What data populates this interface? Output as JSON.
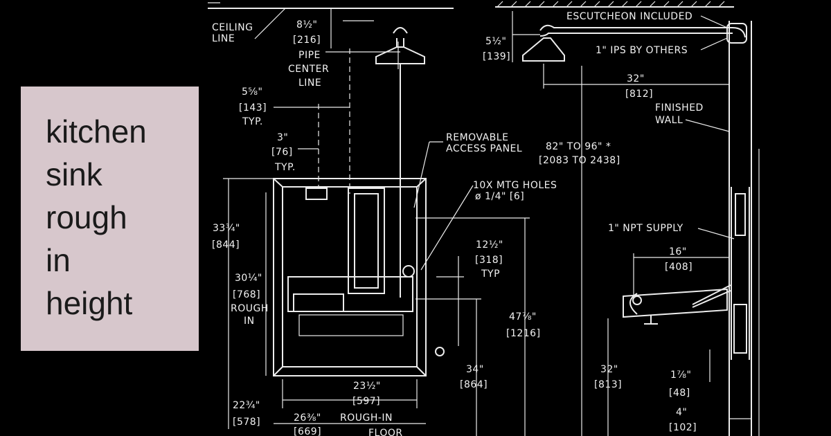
{
  "title_card": {
    "lines": [
      "kitchen",
      "sink",
      "rough",
      "in",
      "height"
    ]
  },
  "labels": {
    "ceiling_1": "CEILING",
    "ceiling_2": "LINE",
    "dim_8_5": "8½\"",
    "dim_216": "[216]",
    "pipe_1": "PIPE",
    "pipe_2": "CENTER",
    "pipe_3": "LINE",
    "dim_5_5": "5½\"",
    "dim_139": "[139]",
    "escutcheon": "ESCUTCHEON INCLUDED",
    "ips": "1\" IPS BY OTHERS",
    "dim_32": "32\"",
    "dim_812": "[812]",
    "finished_1": "FINISHED",
    "finished_2": "WALL",
    "dim_5_58": "5⅝\"",
    "dim_143": "[143]",
    "typ_1": "TYP.",
    "dim_3": "3\"",
    "dim_76": "[76]",
    "typ_2": "TYP.",
    "panel_1": "REMOVABLE",
    "panel_2": "ACCESS PANEL",
    "range_1": "82\" TO 96\" *",
    "range_2": "[2083 TO 2438]",
    "holes_1": "10X MTG HOLES",
    "holes_2": "ø 1/4\" [6]",
    "dim_33_34": "33¾\"",
    "dim_844": "[844]",
    "npt": "1\" NPT SUPPLY",
    "dim_12_5": "12½\"",
    "dim_318": "[318]",
    "typ_3": "TYP",
    "dim_16": "16\"",
    "dim_408": "[408]",
    "dim_30_14": "30¼\"",
    "dim_768": "[768]",
    "rough_1": "ROUGH",
    "rough_2": "IN",
    "dim_47_78": "47⅞\"",
    "dim_1216": "[1216]",
    "dim_34": "34\"",
    "dim_864": "[864]",
    "dim_32b": "32\"",
    "dim_813": "[813]",
    "dim_1_78": "1⅞\"",
    "dim_48": "[48]",
    "dim_23_5": "23½\"",
    "dim_597": "[597]",
    "dim_22_34": "22¾\"",
    "dim_578": "[578]",
    "dim_26_38": "26⅜\"",
    "dim_669": "[669]",
    "roughin": "ROUGH-IN",
    "floor": "FLOOR",
    "dim_4": "4\"",
    "dim_102": "[102]"
  }
}
